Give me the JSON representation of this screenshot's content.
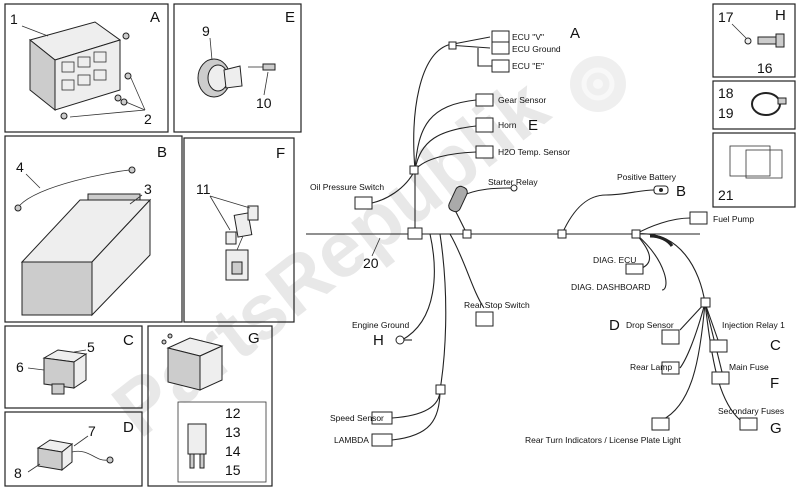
{
  "watermark": "PartsRepublik",
  "panels": {
    "A": {
      "letter": "A",
      "nums": [
        "1",
        "2"
      ]
    },
    "E": {
      "letter": "E",
      "nums": [
        "9",
        "10"
      ]
    },
    "H": {
      "letter": "H",
      "nums": [
        "17",
        "16"
      ]
    },
    "misc1": {
      "nums": [
        "18",
        "19"
      ]
    },
    "misc2": {
      "nums": [
        "21"
      ]
    },
    "B": {
      "letter": "B",
      "nums": [
        "4",
        "3"
      ]
    },
    "F": {
      "letter": "F",
      "nums": [
        "11"
      ]
    },
    "C": {
      "letter": "C",
      "nums": [
        "5",
        "6"
      ]
    },
    "D": {
      "letter": "D",
      "nums": [
        "7",
        "8"
      ]
    },
    "G": {
      "letter": "G",
      "nums": [
        "12",
        "13",
        "14",
        "15"
      ]
    }
  },
  "harness": {
    "number": "20",
    "labels": {
      "ecu_v": "ECU \"V\"",
      "ecu_ground": "ECU Ground",
      "ecu_e": "ECU \"E\"",
      "gear_sensor": "Gear Sensor",
      "horn": "Horn",
      "h2o": "H2O Temp. Sensor",
      "oil": "Oil Pressure Switch",
      "starter_relay": "Starter Relay",
      "positive_battery": "Positive Battery",
      "fuel_pump": "Fuel Pump",
      "diag_ecu": "DIAG. ECU",
      "diag_dash": "DIAG. DASHBOARD",
      "rear_stop": "Rear Stop Switch",
      "engine_ground": "Engine Ground",
      "drop_sensor": "Drop Sensor",
      "injection_relay": "Injection Relay 1",
      "rear_lamp": "Rear Lamp",
      "main_fuse": "Main Fuse",
      "secondary_fuses": "Secondary Fuses",
      "speed_sensor": "Speed Sensor",
      "lambda": "LAMBDA",
      "rear_turn": "Rear Turn Indicators / License Plate Light"
    },
    "refs": {
      "ecu": "A",
      "horn": "E",
      "battery": "B",
      "engine_ground": "H",
      "drop_sensor": "D",
      "injection_relay": "C",
      "main_fuse": "F",
      "secondary_fuses": "G"
    }
  }
}
